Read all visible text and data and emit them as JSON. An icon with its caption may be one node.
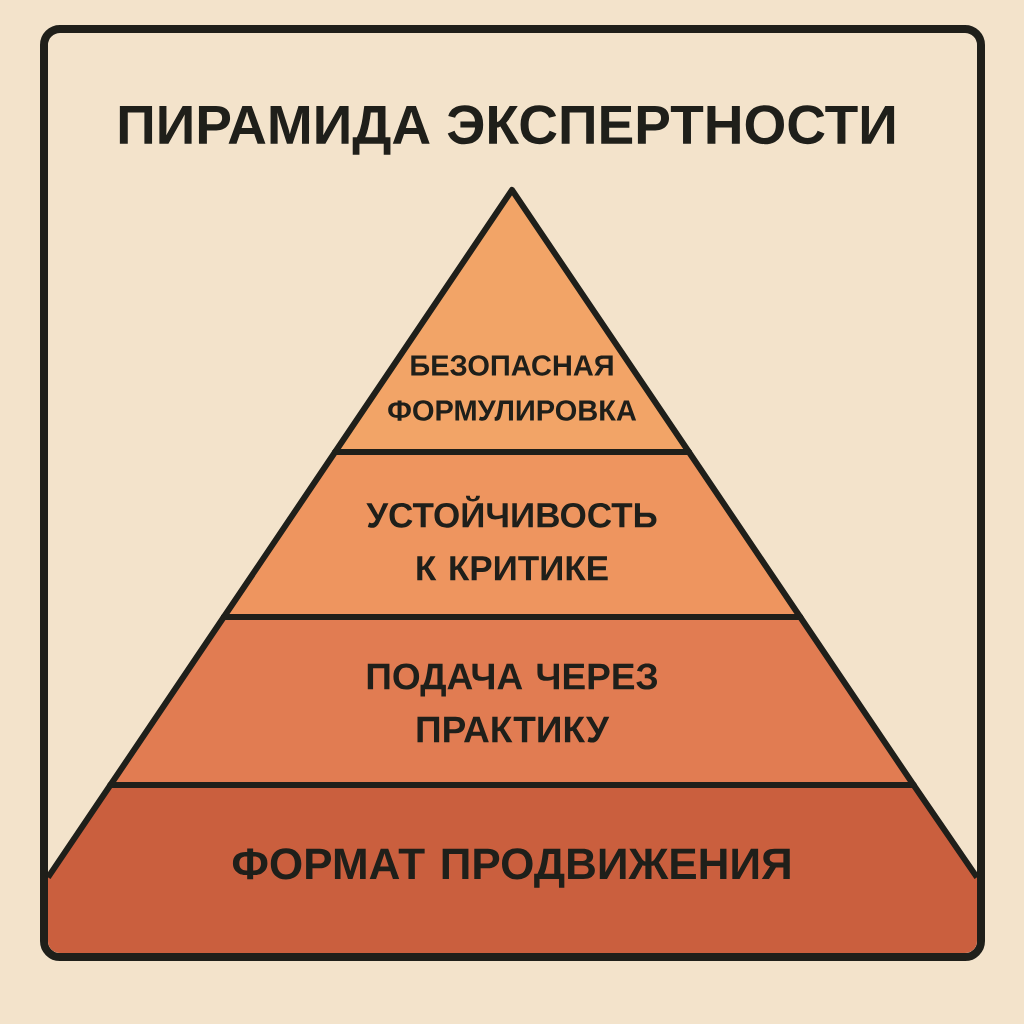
{
  "diagram": {
    "title": "ПИРАМИДА ЭКСПЕРТНОСТИ",
    "nodes": [
      {
        "text": [
          "БЕЗОПАСНАЯ ФОРМУЛИРОВКА"
        ]
      },
      {
        "text": [
          "УСТОЙЧИВОСТЬ К КРИТИКЕ"
        ]
      },
      {
        "text": [
          "ПОДАЧА ЧЕРЕЗ ПРАКТИКУ"
        ]
      },
      {
        "text": [
          "ФОРМАТ ПРОДВИЖЕНИЯ"
        ]
      }
    ]
  }
}
